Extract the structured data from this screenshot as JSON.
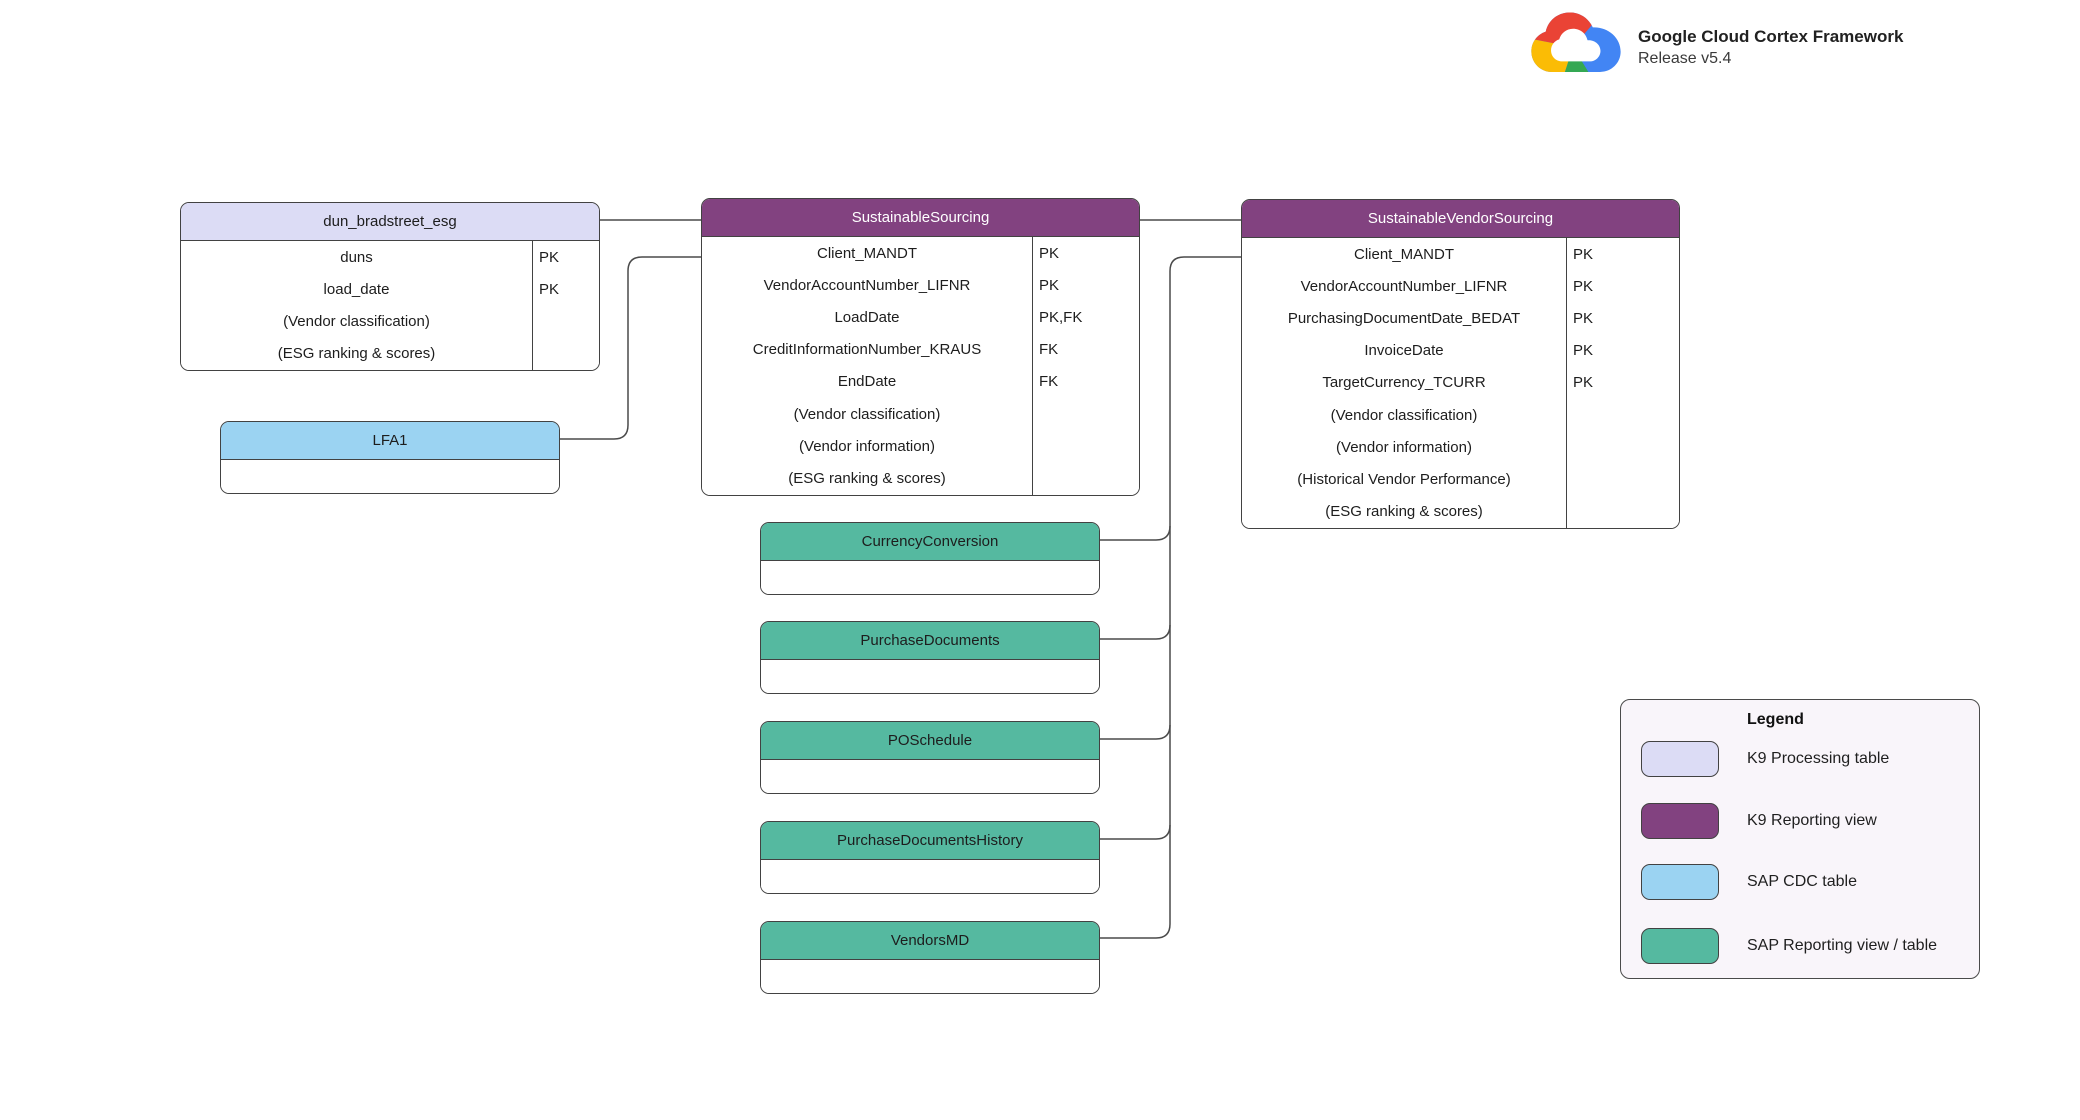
{
  "header": {
    "title": "Google Cloud Cortex Framework",
    "subtitle": "Release v5.4",
    "logo_icon": "google-cloud-logo"
  },
  "colors": {
    "k9_processing": "#dcdcf5",
    "k9_reporting": "#824280",
    "sap_cdc": "#9bd3f2",
    "sap_reporting": "#55b9a0",
    "k9_reporting_text": "#ffffff",
    "dark_text": "#1d1d1d",
    "line": "#4a4a4a",
    "legend_bg": "#f9f5fa",
    "logo_red": "#EA4335",
    "logo_blue": "#4285F4",
    "logo_yellow": "#FBBC05",
    "logo_green": "#34A853"
  },
  "tables": [
    {
      "id": "dun_bradstreet_esg",
      "title": "dun_bradstreet_esg",
      "type": "k9_processing",
      "rows": [
        {
          "name": "duns",
          "key": "PK"
        },
        {
          "name": "load_date",
          "key": "PK"
        },
        {
          "name": "(Vendor classification)",
          "key": ""
        },
        {
          "name": "(ESG ranking & scores)",
          "key": ""
        }
      ]
    },
    {
      "id": "SustainableSourcing",
      "title": "SustainableSourcing",
      "type": "k9_reporting",
      "rows": [
        {
          "name": "Client_MANDT",
          "key": "PK"
        },
        {
          "name": "VendorAccountNumber_LIFNR",
          "key": "PK"
        },
        {
          "name": "LoadDate",
          "key": "PK,FK"
        },
        {
          "name": "CreditInformationNumber_KRAUS",
          "key": "FK"
        },
        {
          "name": "EndDate",
          "key": "FK"
        },
        {
          "name": "(Vendor classification)",
          "key": ""
        },
        {
          "name": "(Vendor information)",
          "key": ""
        },
        {
          "name": "(ESG ranking & scores)",
          "key": ""
        }
      ]
    },
    {
      "id": "SustainableVendorSourcing",
      "title": "SustainableVendorSourcing",
      "type": "k9_reporting",
      "rows": [
        {
          "name": "Client_MANDT",
          "key": "PK"
        },
        {
          "name": "VendorAccountNumber_LIFNR",
          "key": "PK"
        },
        {
          "name": "PurchasingDocumentDate_BEDAT",
          "key": "PK"
        },
        {
          "name": "InvoiceDate",
          "key": "PK"
        },
        {
          "name": "TargetCurrency_TCURR",
          "key": "PK"
        },
        {
          "name": "(Vendor classification)",
          "key": ""
        },
        {
          "name": "(Vendor information)",
          "key": ""
        },
        {
          "name": "(Historical Vendor Performance)",
          "key": ""
        },
        {
          "name": "(ESG ranking & scores)",
          "key": ""
        }
      ]
    },
    {
      "id": "LFA1",
      "title": "LFA1",
      "type": "sap_cdc",
      "rows": []
    },
    {
      "id": "CurrencyConversion",
      "title": "CurrencyConversion",
      "type": "sap_reporting",
      "rows": []
    },
    {
      "id": "PurchaseDocuments",
      "title": "PurchaseDocuments",
      "type": "sap_reporting",
      "rows": []
    },
    {
      "id": "POSchedule",
      "title": "POSchedule",
      "type": "sap_reporting",
      "rows": []
    },
    {
      "id": "PurchaseDocumentsHistory",
      "title": "PurchaseDocumentsHistory",
      "type": "sap_reporting",
      "rows": []
    },
    {
      "id": "VendorsMD",
      "title": "VendorsMD",
      "type": "sap_reporting",
      "rows": []
    }
  ],
  "legend": {
    "title": "Legend",
    "items": [
      {
        "label": "K9 Processing table",
        "type": "k9_processing"
      },
      {
        "label": "K9 Reporting view",
        "type": "k9_reporting"
      },
      {
        "label": "SAP CDC table",
        "type": "sap_cdc"
      },
      {
        "label": "SAP Reporting view / table",
        "type": "sap_reporting"
      }
    ]
  }
}
